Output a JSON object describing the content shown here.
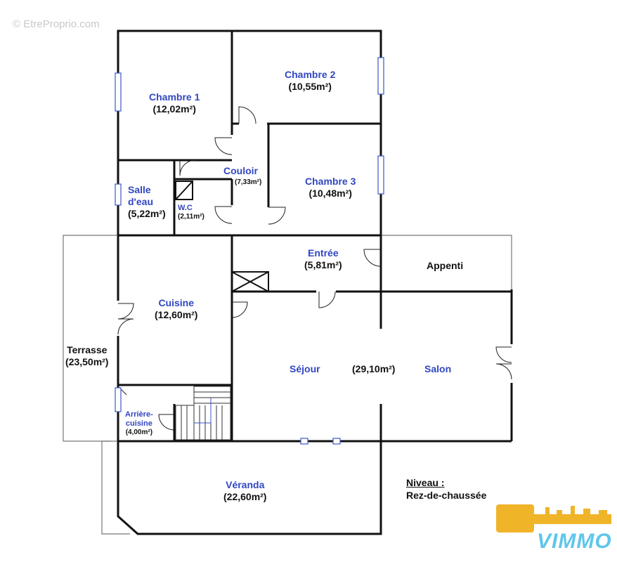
{
  "watermark": "© EtreProprio.com",
  "rooms": {
    "chambre1": {
      "name": "Chambre 1",
      "area": "(12,02m²)"
    },
    "chambre2": {
      "name": "Chambre 2",
      "area": "(10,55m²)"
    },
    "chambre3": {
      "name": "Chambre 3",
      "area": "(10,48m²)"
    },
    "couloir": {
      "name": "Couloir",
      "area": "(7,33m²)"
    },
    "salle_eau": {
      "name_line1": "Salle",
      "name_line2": "d'eau",
      "area": "(5,22m²)"
    },
    "wc": {
      "name": "W.C",
      "area": "(2,11m²)"
    },
    "entree": {
      "name": "Entrée",
      "area": "(5,81m²)"
    },
    "appenti": {
      "name": "Appenti"
    },
    "cuisine": {
      "name": "Cuisine",
      "area": "(12,60m²)"
    },
    "terrasse": {
      "name": "Terrasse",
      "area": "(23,50m²)"
    },
    "sejour": {
      "name": "Séjour",
      "area": "(29,10m²)"
    },
    "salon": {
      "name": "Salon"
    },
    "arriere_cuisine": {
      "name_line1": "Arrière-",
      "name_line2": "cuisine",
      "area": "(4,00m²)"
    },
    "veranda": {
      "name": "Véranda",
      "area": "(22,60m²)"
    }
  },
  "level": {
    "label": "Niveau :",
    "value": "Rez-de-chaussée"
  },
  "logo": {
    "text": "VIMMO",
    "key_color": "#f0b429",
    "text_color": "#5fc6ea"
  },
  "colors": {
    "room_name": "#3146c2",
    "window": "#3b56c4",
    "wall": "#111111"
  }
}
